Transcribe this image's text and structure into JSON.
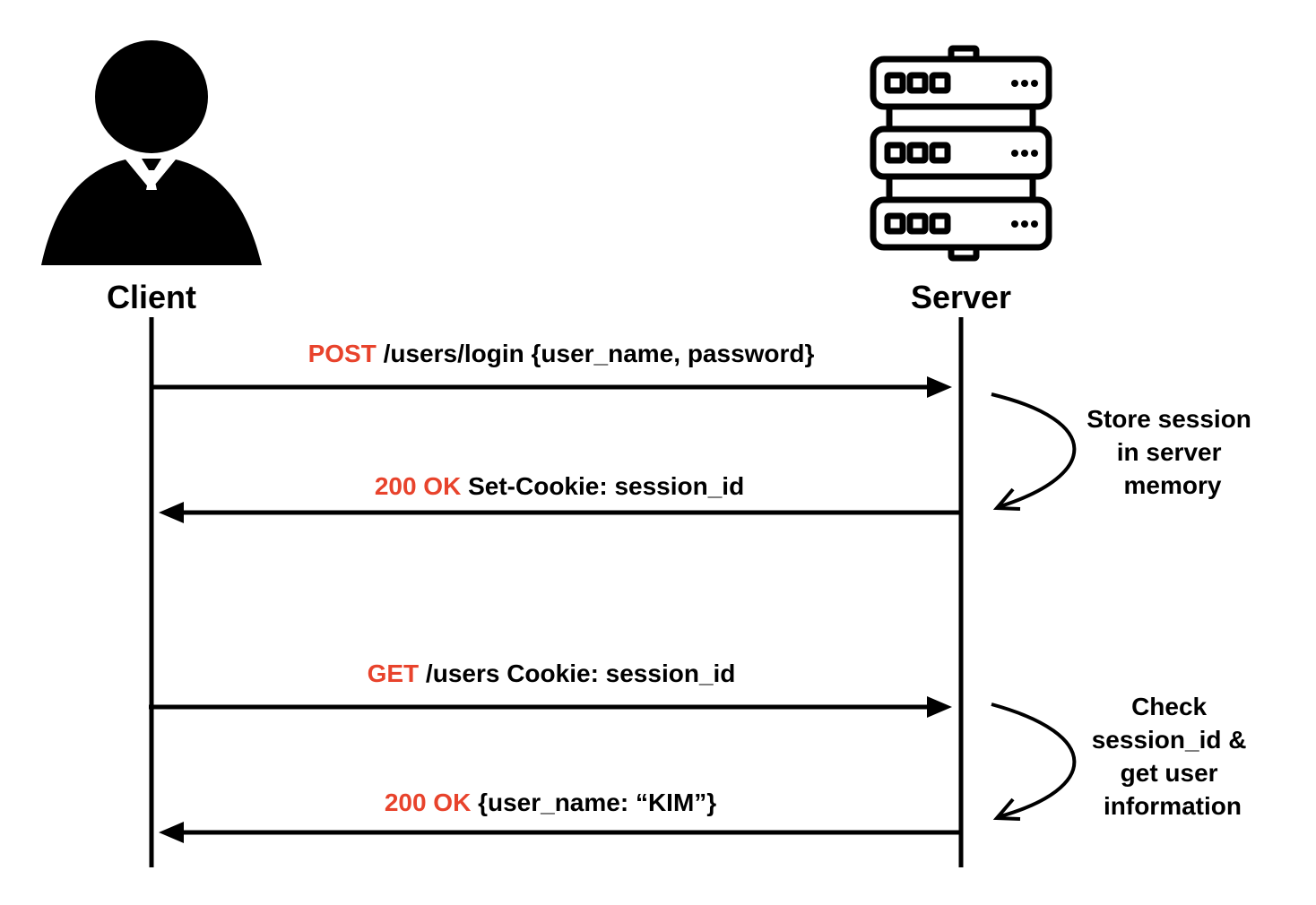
{
  "actors": {
    "client": {
      "label": "Client",
      "icon": "person-icon"
    },
    "server": {
      "label": "Server",
      "icon": "server-rack-icon"
    }
  },
  "colors": {
    "method": "#e8432c",
    "text": "#000000",
    "background": "#ffffff"
  },
  "messages": [
    {
      "direction": "client-to-server",
      "method": "POST",
      "text": " /users/login {user_name, password}"
    },
    {
      "direction": "server-to-client",
      "method": "200 OK",
      "text": " Set-Cookie: session_id"
    },
    {
      "direction": "client-to-server",
      "method": "GET",
      "text": " /users Cookie: session_id"
    },
    {
      "direction": "server-to-client",
      "method": "200 OK",
      "text": " {user_name: “KIM”}"
    }
  ],
  "notes": [
    {
      "lines": [
        "Store session",
        "in server",
        "memory"
      ]
    },
    {
      "lines": [
        "Check",
        "session_id &",
        "get user",
        "information"
      ]
    }
  ]
}
